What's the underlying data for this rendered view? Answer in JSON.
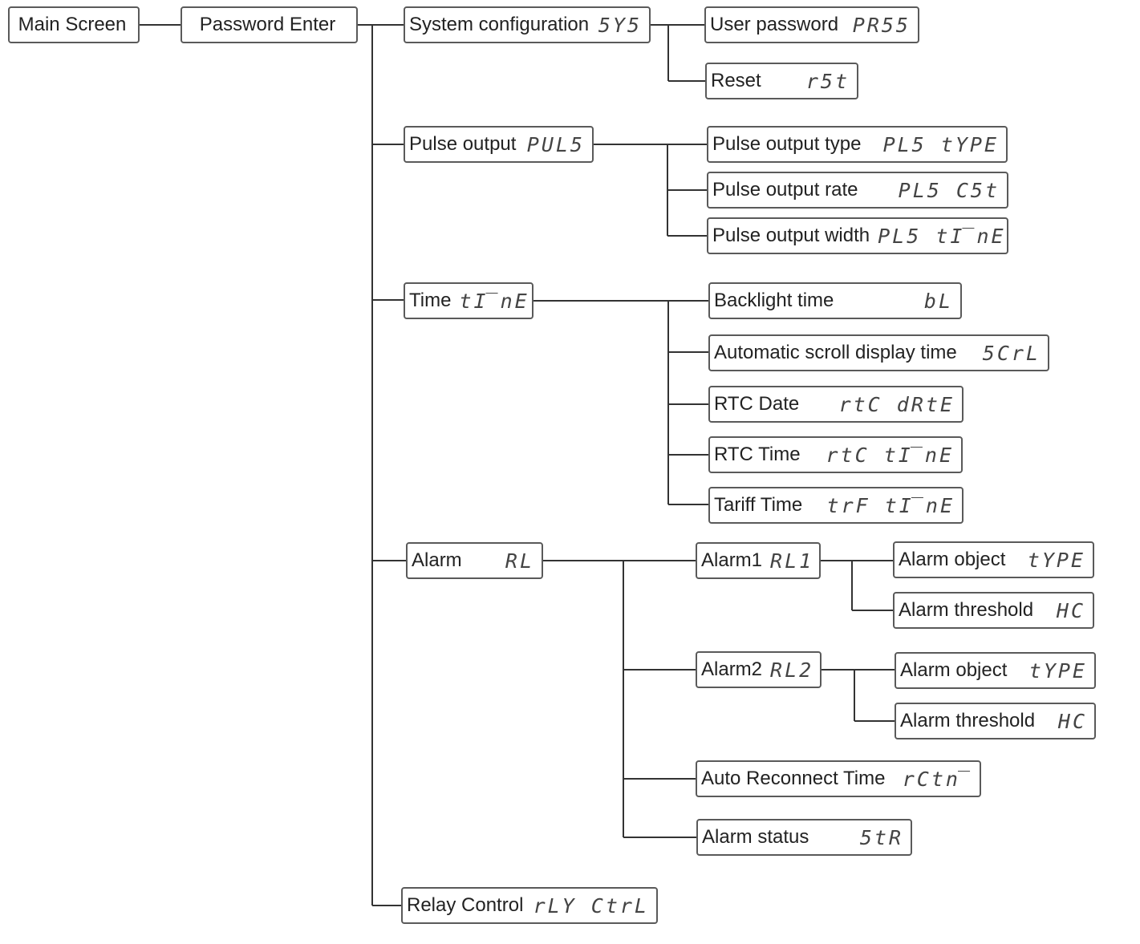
{
  "main_screen": "Main Screen",
  "password_enter": "Password Enter",
  "sys": {
    "label": "System configuration",
    "code": "5Y5",
    "items": [
      {
        "label": "User password",
        "code": "PR55"
      },
      {
        "label": "Reset",
        "code": "r5t"
      }
    ]
  },
  "puls": {
    "label": "Pulse output",
    "code": "PUL5",
    "items": [
      {
        "label": "Pulse output type",
        "code": "PL5 tYPE"
      },
      {
        "label": "Pulse output rate",
        "code": "PL5 C5t"
      },
      {
        "label": "Pulse output width",
        "code": "PL5 tI̅nE"
      }
    ]
  },
  "time": {
    "label": "Time",
    "code": "tI̅nE",
    "items": [
      {
        "label": "Backlight time",
        "code": "bL"
      },
      {
        "label": "Automatic scroll display time",
        "code": "5CrL"
      },
      {
        "label": "RTC Date",
        "code": "rtC dRtE"
      },
      {
        "label": "RTC Time",
        "code": "rtC tI̅nE"
      },
      {
        "label": "Tariff Time",
        "code": "trF tI̅nE"
      }
    ]
  },
  "alarm": {
    "label": "Alarm",
    "code": "RL",
    "alarm1": {
      "label": "Alarm1",
      "code": "RL1",
      "items": [
        {
          "label": "Alarm object",
          "code": "tYPE"
        },
        {
          "label": "Alarm threshold",
          "code": "HC"
        }
      ]
    },
    "alarm2": {
      "label": "Alarm2",
      "code": "RL2",
      "items": [
        {
          "label": "Alarm object",
          "code": "tYPE"
        },
        {
          "label": "Alarm threshold",
          "code": "HC"
        }
      ]
    },
    "reconnect": {
      "label": "Auto Reconnect Time",
      "code": "rCtn̅"
    },
    "status": {
      "label": "Alarm status",
      "code": "5tR"
    }
  },
  "relay": {
    "label": "Relay Control",
    "code": "rLY CtrL"
  },
  "colors": {
    "line": "#333333",
    "border": "#5a5a5a"
  }
}
